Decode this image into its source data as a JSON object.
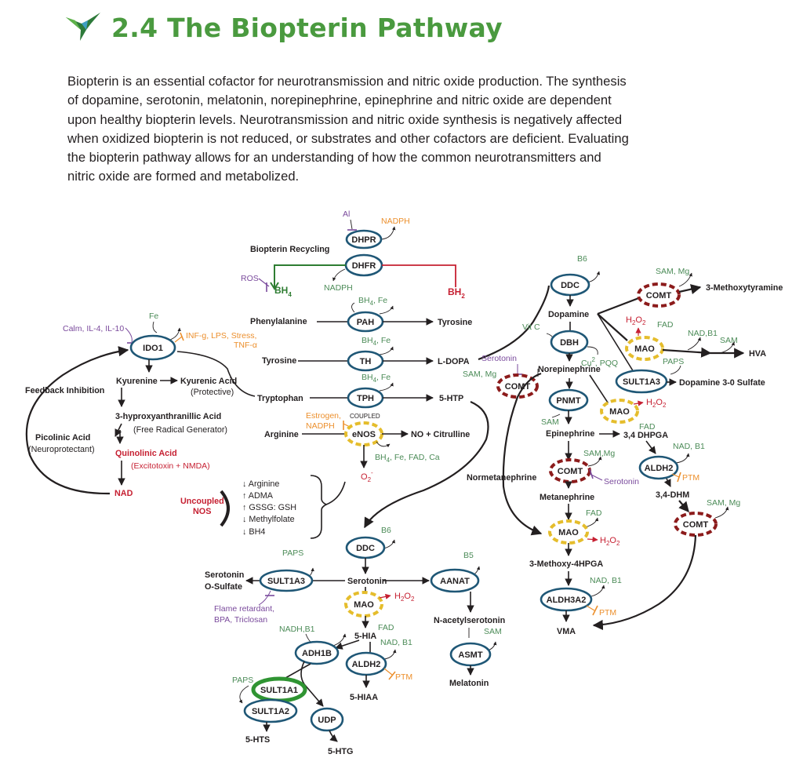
{
  "header": {
    "title": "2.4 The Biopterin Pathway",
    "logo_icon": "hummingbird-icon",
    "intro_lines": [
      "Biopterin is an essential cofactor for neurotransmission and nitric oxide production. The synthesis",
      "of dopamine, serotonin, melatonin, norepinephrine, epinephrine and nitric oxide are dependent",
      "upon healthy biopterin levels. Neurotransmission and nitric oxide synthesis is negatively affected",
      "when oxidized biopterin is not reduced, or substrates and other cofactors are deficient. Evaluating",
      "the biopterin pathway allows for an understanding of how the common neurotransmitters and",
      "nitric oxide are formed and metabolized."
    ]
  },
  "colors": {
    "title": "#4a9a3f",
    "enzyme_border": "#1f5776",
    "comt_border": "#8c1b1b",
    "mao_border": "#e5bd2c",
    "sult1a1_border": "#2f9432",
    "cofactor": "#4b8b57",
    "inhibitor_orange": "#ec8f2c",
    "inhibitor_purple": "#7a4a9c",
    "toxic_red": "#c62032"
  },
  "recycling": {
    "al": "Al",
    "nadph_top": "NADPH",
    "dhpr": "DHPR",
    "title": "Biopterin Recycling",
    "dhfr": "DHFR",
    "ros": "ROS",
    "bh4": "BH",
    "bh4_sub": "4",
    "nadph_bottom": "NADPH",
    "bh2": "BH",
    "bh2_sub": "2"
  },
  "aa_pathway": {
    "pah_cof": "BH",
    "pah_cof2": ", Fe",
    "phenylalanine": "Phenylalanine",
    "pah": "PAH",
    "tyrosine": "Tyrosine",
    "th_cof": "BH",
    "th_cof2": ", Fe",
    "tyrosine_in": "Tyrosine",
    "th": "TH",
    "ldopa": "L-DOPA",
    "tph_cof": "BH",
    "tph_cof2": ", Fe",
    "tryptophan": "Tryptophan",
    "tph": "TPH",
    "htp": "5-HTP",
    "sub4": "4"
  },
  "nos": {
    "estrogen": "Estrogen,",
    "nadph": "NADPH",
    "coupled": "COUPLED",
    "arginine": "Arginine",
    "enos": "eNOS",
    "product": "NO + Citrulline",
    "cofactors": "BH",
    "cofactors_sub": "4",
    "cofactors2": ", Fe, FAD, Ca",
    "o2": "O",
    "o2_sub": "2",
    "o2_sup": "-",
    "uncoupled_1": "Uncoupled",
    "uncoupled_2": "NOS",
    "list": [
      "↓ Arginine",
      "↑ ADMA",
      "↑ GSSG: GSH",
      "↓ Methylfolate",
      "↓ BH4"
    ]
  },
  "ido": {
    "inhibitors": "Calm, IL-4, IL-10",
    "fe": "Fe",
    "ido1": "IDO1",
    "activators_1": "INF-g, LPS, Stress,",
    "activators_2": "TNF-α",
    "kyurenine": "Kyurenine",
    "kyurenic": "Kyurenic Acid",
    "kyurenic_note": "(Protective)",
    "feedback": "Feedback Inhibition",
    "hydroxy": "3-hyproxyanthranillic Acid",
    "hydroxy_note": "(Free Radical Generator)",
    "picolinic": "Picolinic Acid",
    "picolinic_note": "(Neuroprotectant)",
    "quinolinic": "Quinolinic Acid",
    "quinolinic_note": "(Excitotoxin + NMDA)",
    "nad": "NAD"
  },
  "serotonin": {
    "b6": "B6",
    "ddc": "DDC",
    "serotonin": "Serotonin",
    "paps": "PAPS",
    "sult1a3": "SULT1A3",
    "sulfate_1": "Serotonin",
    "sulfate_2": "O-Sulfate",
    "flame_1": "Flame retardant,",
    "flame_2": "BPA, Triclosan",
    "mao": "MAO",
    "h2o2": "H",
    "h2o2_a": "2",
    "h2o2_b": "O",
    "h2o2_c": "2",
    "fad": "FAD",
    "hia": "5-HIA",
    "nadh_b1": "NADH,B1",
    "adh1b": "ADH1B",
    "nad_b1": "NAD, B1",
    "aldh2": "ALDH2",
    "ptm": "PTM",
    "hiaa": "5-HIAA",
    "paps2": "PAPS",
    "sult1a1": "SULT1A1",
    "sult1a2": "SULT1A2",
    "udp": "UDP",
    "hts": "5-HTS",
    "htg": "5-HTG",
    "b5": "B5",
    "aanat": "AANAT",
    "nacetyl": "N-acetylserotonin",
    "sam": "SAM",
    "asmt": "ASMT",
    "melatonin": "Melatonin"
  },
  "dopamine": {
    "b6": "B6",
    "ddc": "DDC",
    "dopamine": "Dopamine",
    "sam_mg": "SAM, Mg",
    "comt": "COMT",
    "methoxytyramine": "3-Methoxytyramine",
    "h2o2": "H",
    "fad": "FAD",
    "mao": "MAO",
    "nad_b1": "NAD,B1",
    "sam": "SAM",
    "hva": "HVA",
    "paps": "PAPS",
    "sult1a3": "SULT1A3",
    "dopamine_sulfate": "Dopamine 3-0 Sulfate",
    "vitc": "Vit C",
    "dbh": "DBH",
    "cu": "Cu",
    "cu_sup": "2",
    "pqq": ", PQQ",
    "norepinephrine": "Norepinephrine",
    "serotonin_inh": "Serotonin",
    "sam_mg2": "SAM, Mg",
    "comt2": "COMT",
    "pnmt": "PNMT",
    "mao2": "MAO",
    "sam2": "SAM",
    "fad2": "FAD",
    "epinephrine": "Epinephrine",
    "dhpga": "3,4 DHPGA",
    "sammg": "SAM,Mg",
    "comt3": "COMT",
    "serotonin3": "Serotonin",
    "nad_b1_2": "NAD, B1",
    "aldh2": "ALDH2",
    "ptm": "PTM",
    "dhm": "3,4-DHM",
    "normetanephrine": "Normetanephrine",
    "metanephrine": "Metanephrine",
    "sam_mg3": "SAM, Mg",
    "comt4": "COMT",
    "fad3": "FAD",
    "mao3": "MAO",
    "methoxy": "3-Methoxy-4HPGA",
    "nad_b1_3": "NAD, B1",
    "aldh3a2": "ALDH3A2",
    "ptm2": "PTM",
    "vma": "VMA"
  }
}
